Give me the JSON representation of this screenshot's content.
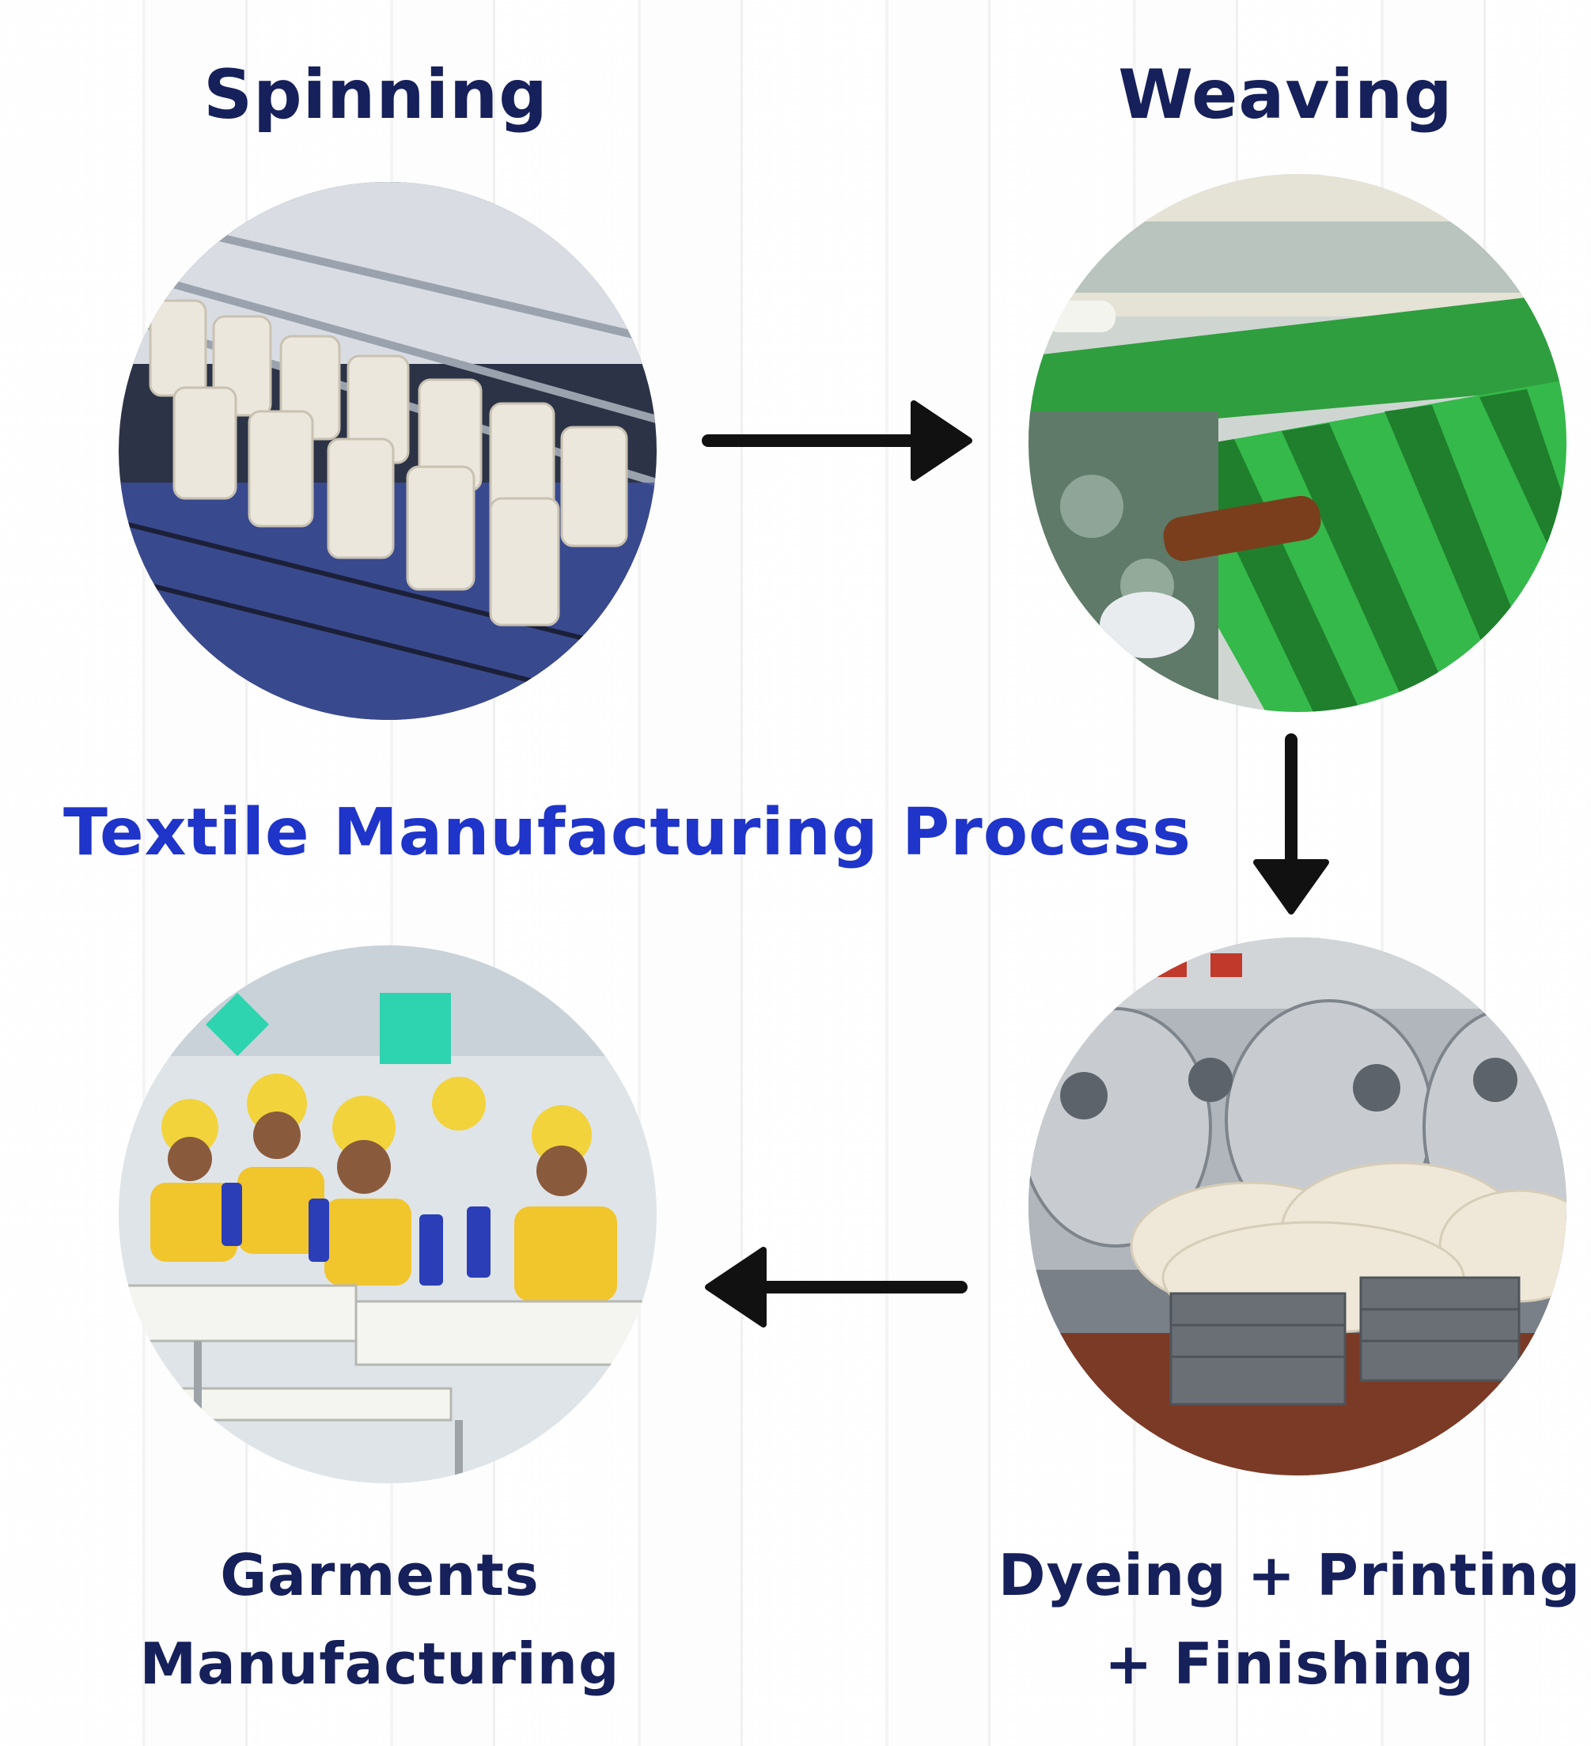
{
  "diagram": {
    "title": "Textile Manufacturing Process",
    "steps": [
      {
        "id": "spinning",
        "label_lines": [
          "Spinning"
        ]
      },
      {
        "id": "weaving",
        "label_lines": [
          "Weaving"
        ]
      },
      {
        "id": "dyeing",
        "label_lines": [
          "Dyeing + Printing",
          "+ Finishing"
        ]
      },
      {
        "id": "garments",
        "label_lines": [
          "Garments",
          "Manufacturing"
        ]
      }
    ],
    "flow": [
      "spinning",
      "weaving",
      "dyeing",
      "garments"
    ]
  },
  "colors": {
    "title": "#1f34c9",
    "labels": "#16205a",
    "arrows": "#111111"
  },
  "icons": {
    "flow_arrows": [
      "arrow-right-icon",
      "arrow-down-icon",
      "arrow-left-icon"
    ]
  }
}
